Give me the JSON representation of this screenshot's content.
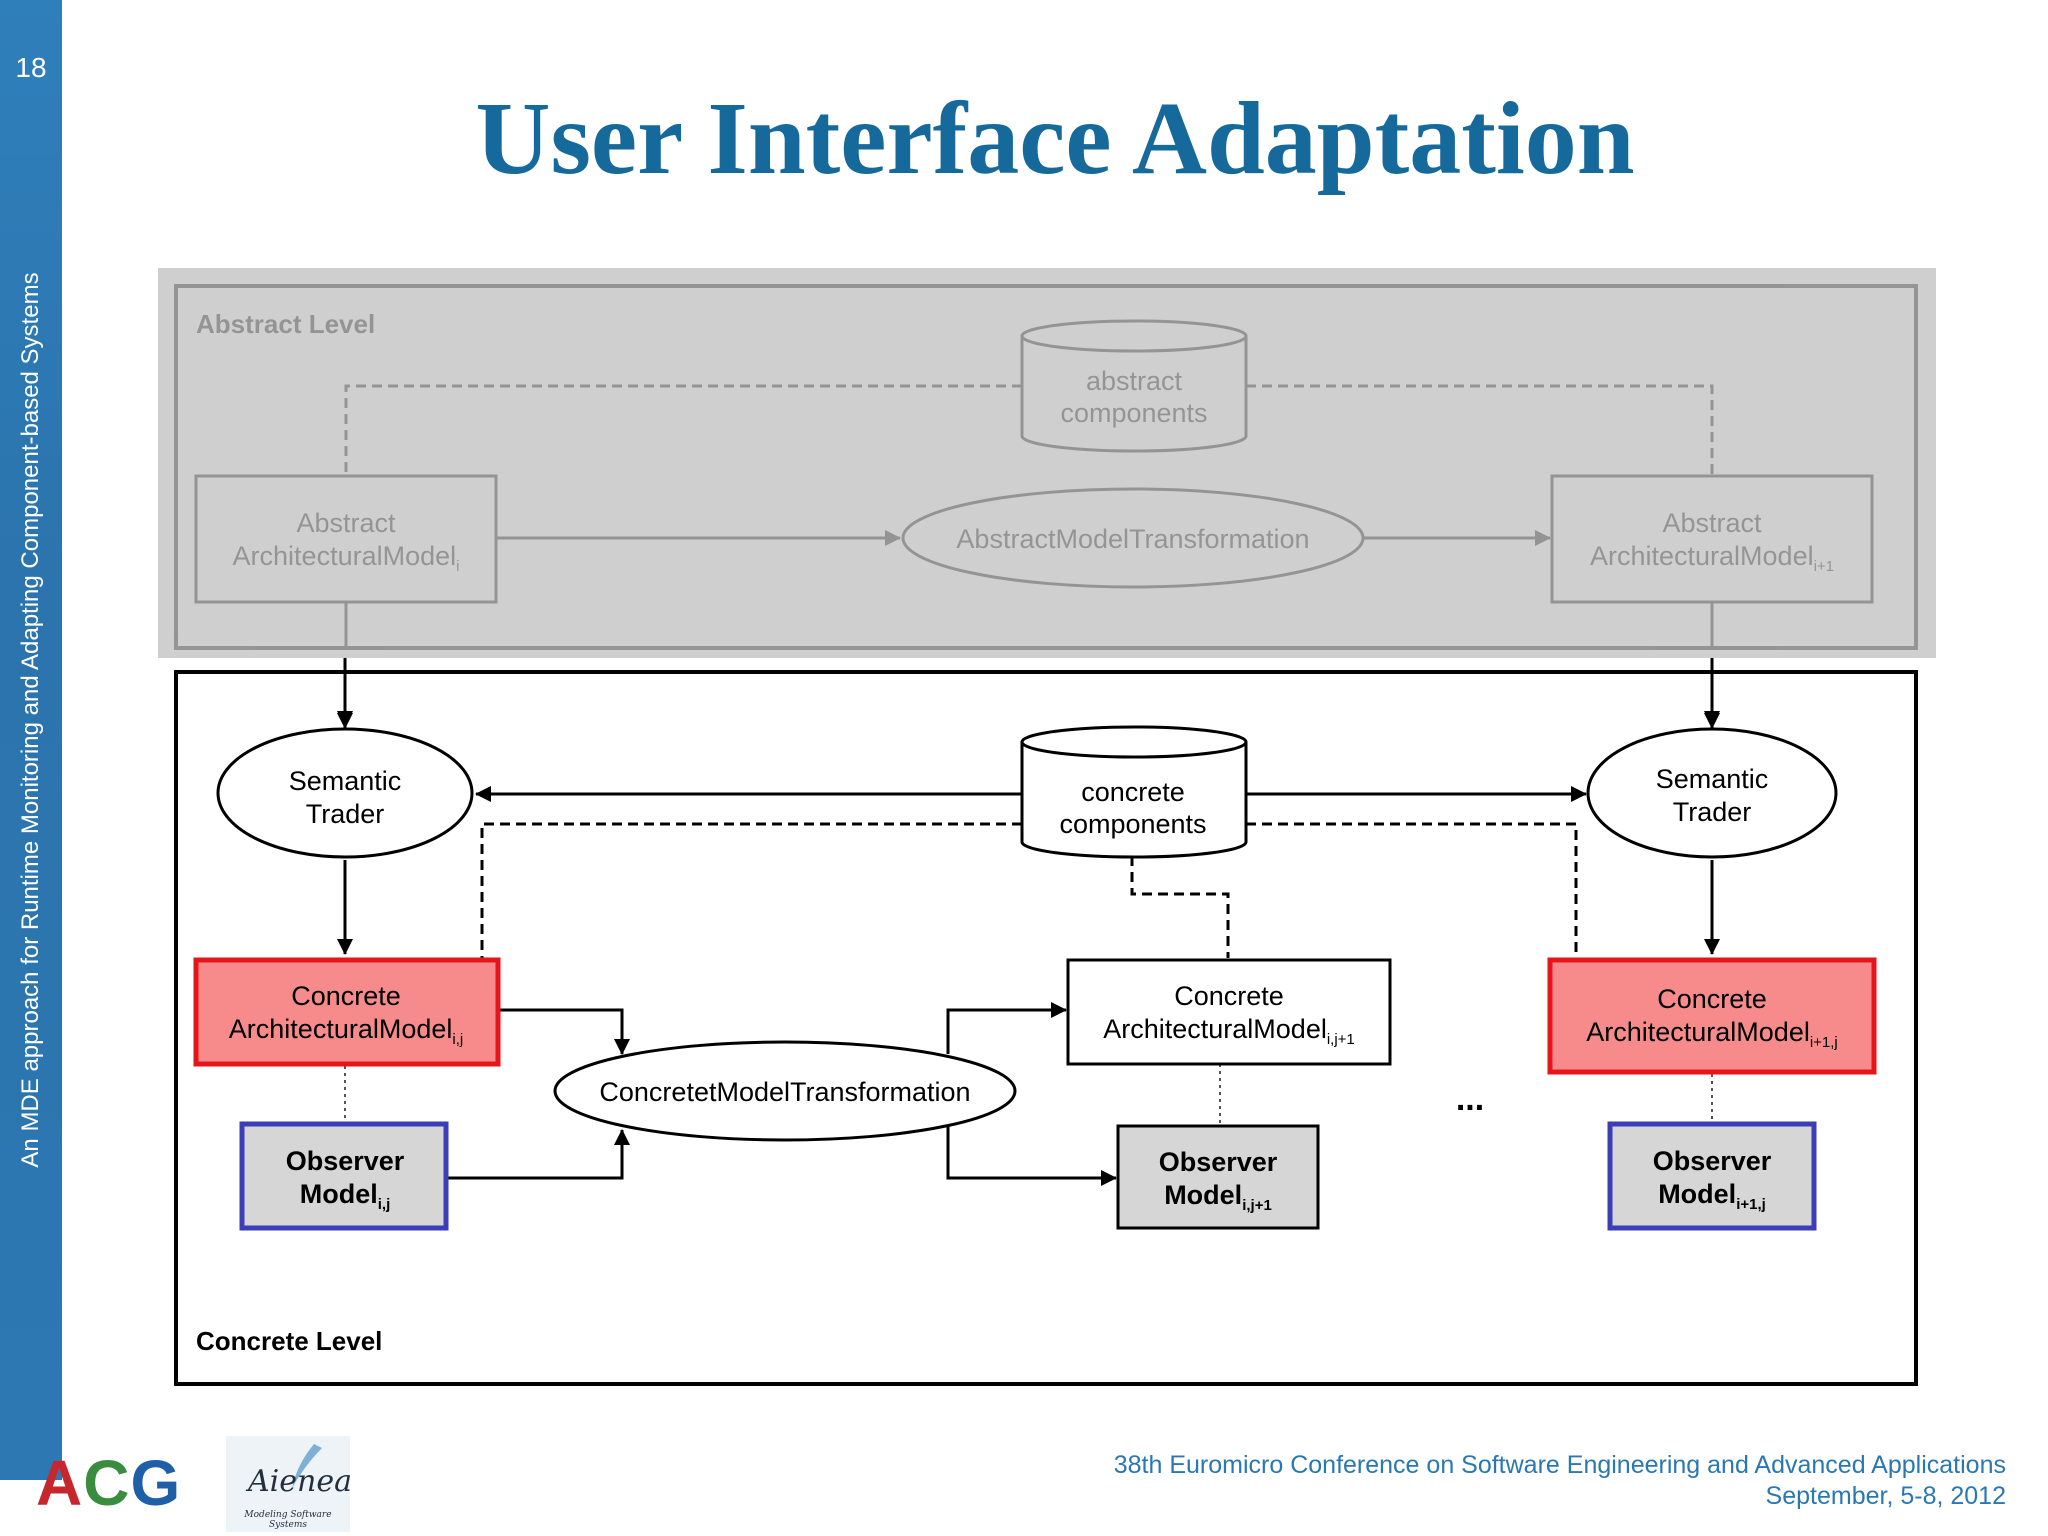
{
  "slide": {
    "page_number": "18",
    "side_title": "An MDE approach for Runtime Monitoring and Adapting Component-based Systems",
    "title": "User Interface Adaptation"
  },
  "diagram": {
    "abstract_level": {
      "label": "Abstract Level",
      "db_line1": "abstract",
      "db_line2": "components",
      "left_model_line1": "Abstract",
      "left_model_line2": "ArchitecturalModel",
      "left_model_sub": "i",
      "transformation": "AbstractModelTransformation",
      "right_model_line1": "Abstract",
      "right_model_line2": "ArchitecturalModel",
      "right_model_sub": "i+1"
    },
    "concrete_level": {
      "label": "Concrete Level",
      "trader_left_line1": "Semantic",
      "trader_left_line2": "Trader",
      "trader_right_line1": "Semantic",
      "trader_right_line2": "Trader",
      "db_line1": "concrete",
      "db_line2": "components",
      "model_left_line1": "Concrete",
      "model_left_line2": "ArchitecturalModel",
      "model_left_sub": "i,j",
      "model_mid_line1": "Concrete",
      "model_mid_line2": "ArchitecturalModel",
      "model_mid_sub": "i,j+1",
      "model_right_line1": "Concrete",
      "model_right_line2": "ArchitecturalModel",
      "model_right_sub": "i+1,j",
      "transformation": "ConcretetModelTransformation",
      "observer_left_line1": "Observer",
      "observer_left_line2": "Model",
      "observer_left_sub": "i,j",
      "observer_mid_line1": "Observer",
      "observer_mid_line2": "Model",
      "observer_mid_sub": "i,j+1",
      "observer_right_line1": "Observer",
      "observer_right_line2": "Model",
      "observer_right_sub": "i+1,j",
      "ellipsis": "..."
    },
    "colors": {
      "highlight_fill": "#f78b8b",
      "highlight_border": "#e8141c",
      "observer_border": "#3b3eb8",
      "observer_fill": "#d6d6d6",
      "faded_overlay": "#cfcfcf"
    }
  },
  "logos": {
    "acg_a": "A",
    "acg_c": "C",
    "acg_g": "G",
    "aienea_word": "Aienea",
    "aienea_tagline": "Modeling Software Systems"
  },
  "footer": {
    "line1": "38th Euromicro Conference on Software Engineering and Advanced Applications",
    "line2": "September, 5-8, 2012"
  }
}
